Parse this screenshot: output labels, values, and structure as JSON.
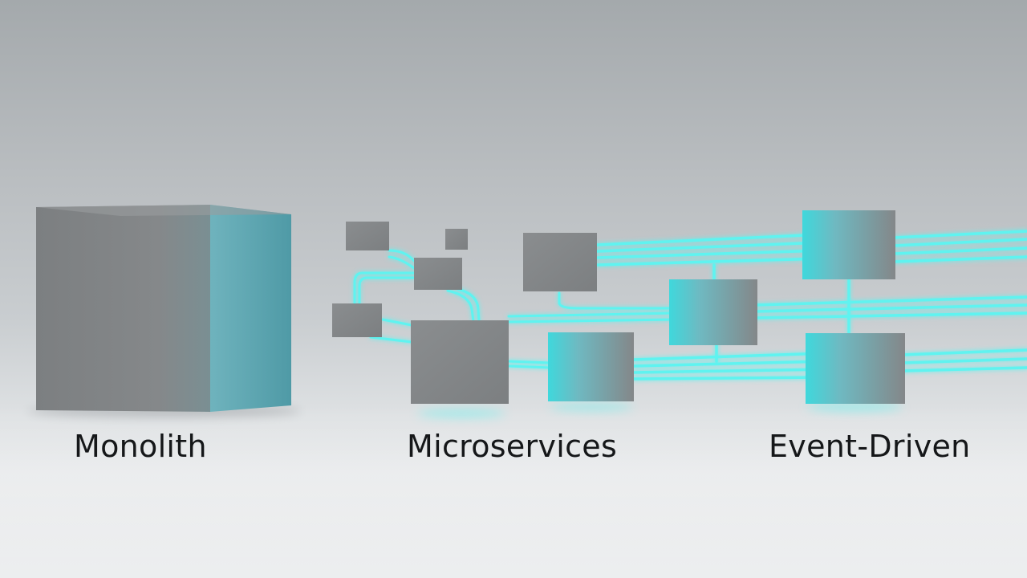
{
  "labels": {
    "monolith": "Monolith",
    "microservices": "Microservices",
    "event_driven": "Event-Driven"
  },
  "colors": {
    "glow": "#5ff3f0",
    "cube": "#878a8c",
    "cube_side": "#5fb7c3",
    "text": "#151719"
  }
}
